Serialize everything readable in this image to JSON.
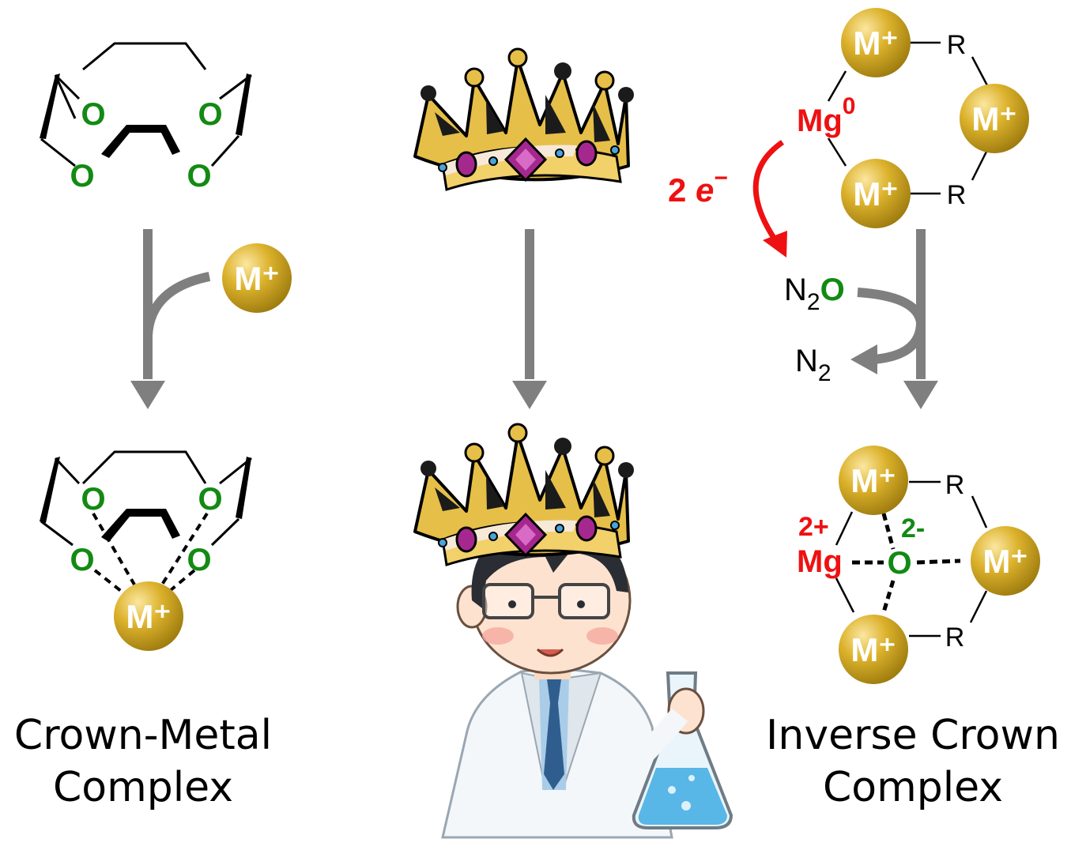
{
  "atoms": {
    "oxygen": "O",
    "metal_ion": "M⁺",
    "magnesium": "Mg",
    "substituent": "R",
    "mg_zero_charge": "0",
    "mg_two_plus_charge": "2+",
    "oxide_charge": "2-"
  },
  "reagents": {
    "electrons_count": "2 ",
    "electron_symbol": "e",
    "electron_charge": "−",
    "nitrous_oxide_n": "N",
    "nitrous_oxide_sub": "2",
    "nitrous_oxide_o": "O",
    "nitrogen_n": "N",
    "nitrogen_sub": "2"
  },
  "captions": {
    "left_line1": "Crown-Metal",
    "left_line2": "Complex",
    "right_line1": "Inverse Crown",
    "right_line2": "Complex"
  },
  "colors": {
    "oxygen_green": "#138a13",
    "magnesium_red": "#ee1111",
    "arrow_gray": "#7f7f7f",
    "metal_gold": "#d4aa1e",
    "crown_gold": "#e6bf48",
    "gem_purple": "#a5288f",
    "coat_white": "#f4f7f9",
    "tie_blue": "#2f5e8e",
    "flask_liquid": "#58b7e6"
  }
}
